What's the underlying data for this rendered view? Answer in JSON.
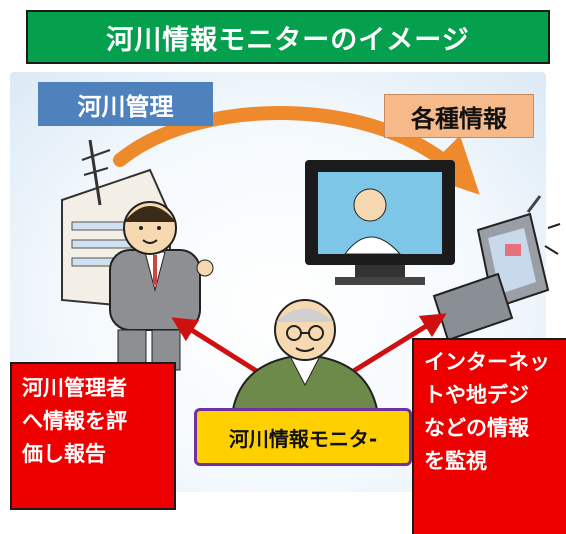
{
  "title": "河川情報モニターのイメージ",
  "labels": {
    "river_management": "河川管理",
    "various_info": "各種情報",
    "monitor": "河川情報モニタ-"
  },
  "boxes": {
    "left_lines": [
      "河川管理者",
      "へ情報を評",
      "価し報告"
    ],
    "right_lines": [
      "インターネッ",
      "トや地デジ",
      "などの情報",
      "を監視"
    ]
  },
  "colors": {
    "title_bg": "#04a04d",
    "river_tag_bg": "#4f81bd",
    "info_tag_bg": "#f5b98a",
    "box_red": "#ee0000",
    "monitor_bg": "#ffd000",
    "monitor_border": "#7030a0",
    "orange_arrow": "#ef8a2c",
    "red_arrow": "#d01010"
  }
}
